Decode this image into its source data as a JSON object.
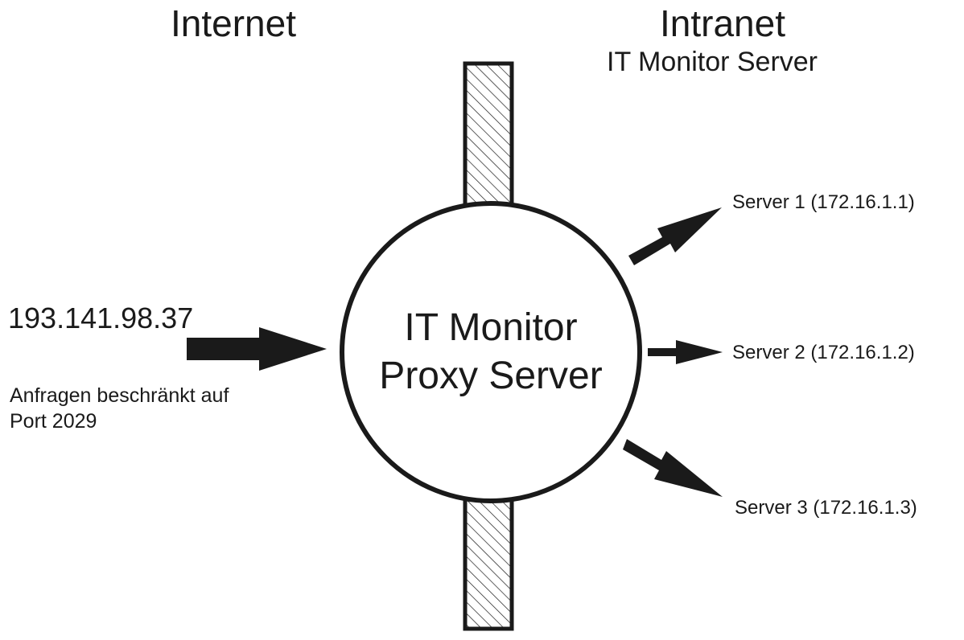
{
  "zones": {
    "internet": "Internet",
    "intranet": "Intranet",
    "intranet_subtitle": "IT Monitor Server"
  },
  "client": {
    "ip": "193.141.98.37",
    "note_line1": "Anfragen beschränkt auf",
    "note_line2": "Port 2029"
  },
  "proxy": {
    "line1": "IT Monitor",
    "line2": "Proxy Server"
  },
  "servers": [
    {
      "label": "Server 1 (172.16.1.1)"
    },
    {
      "label": "Server 2 (172.16.1.2)"
    },
    {
      "label": "Server 3 (172.16.1.3)"
    }
  ],
  "colors": {
    "stroke": "#1a1a1a",
    "fill": "#ffffff",
    "arrow": "#1a1a1a"
  }
}
